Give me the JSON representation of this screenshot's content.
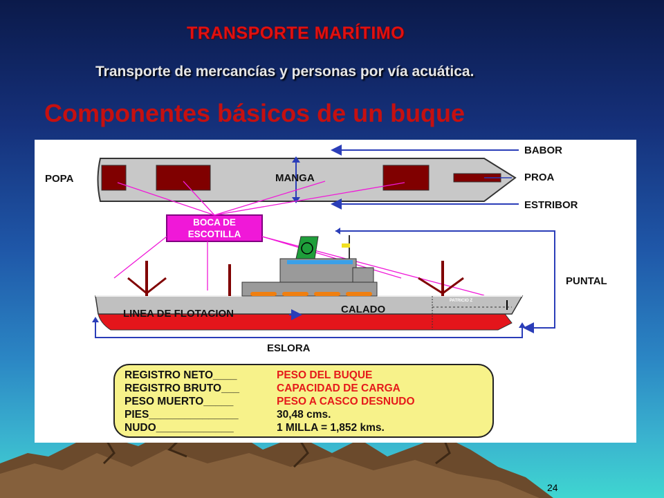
{
  "slide": {
    "title": "TRANSPORTE MARÍTIMO",
    "subtitle": "Transporte de mercancías y personas por vía acuática.",
    "heading": "Componentes básicos de un buque",
    "page_number": "24"
  },
  "diagram": {
    "labels": {
      "babor": "BABOR",
      "popa": "POPA",
      "manga": "MANGA",
      "proa": "PROA",
      "estribor": "ESTRIBOR",
      "boca_line1": "BOCA DE",
      "boca_line2": "ESCOTILLA",
      "puntal": "PUNTAL",
      "calado": "CALADO",
      "linea_flotacion": "LINEA DE FLOTACION",
      "eslora": "ESLORA",
      "ship_name": "PATRICIO Z"
    },
    "definitions": [
      {
        "term": "REGISTRO NETO____",
        "meaning": "PESO DEL BUQUE"
      },
      {
        "term": "REGISTRO BRUTO___",
        "meaning": "CAPACIDAD DE CARGA"
      },
      {
        "term": "PESO MUERTO_____",
        "meaning": "PESO A CASCO DESNUDO"
      },
      {
        "term": "PIES_______________",
        "meaning": "30,48 cms."
      },
      {
        "term": "NUDO_____________",
        "meaning": "1 MILLA = 1,852 kms."
      }
    ]
  }
}
